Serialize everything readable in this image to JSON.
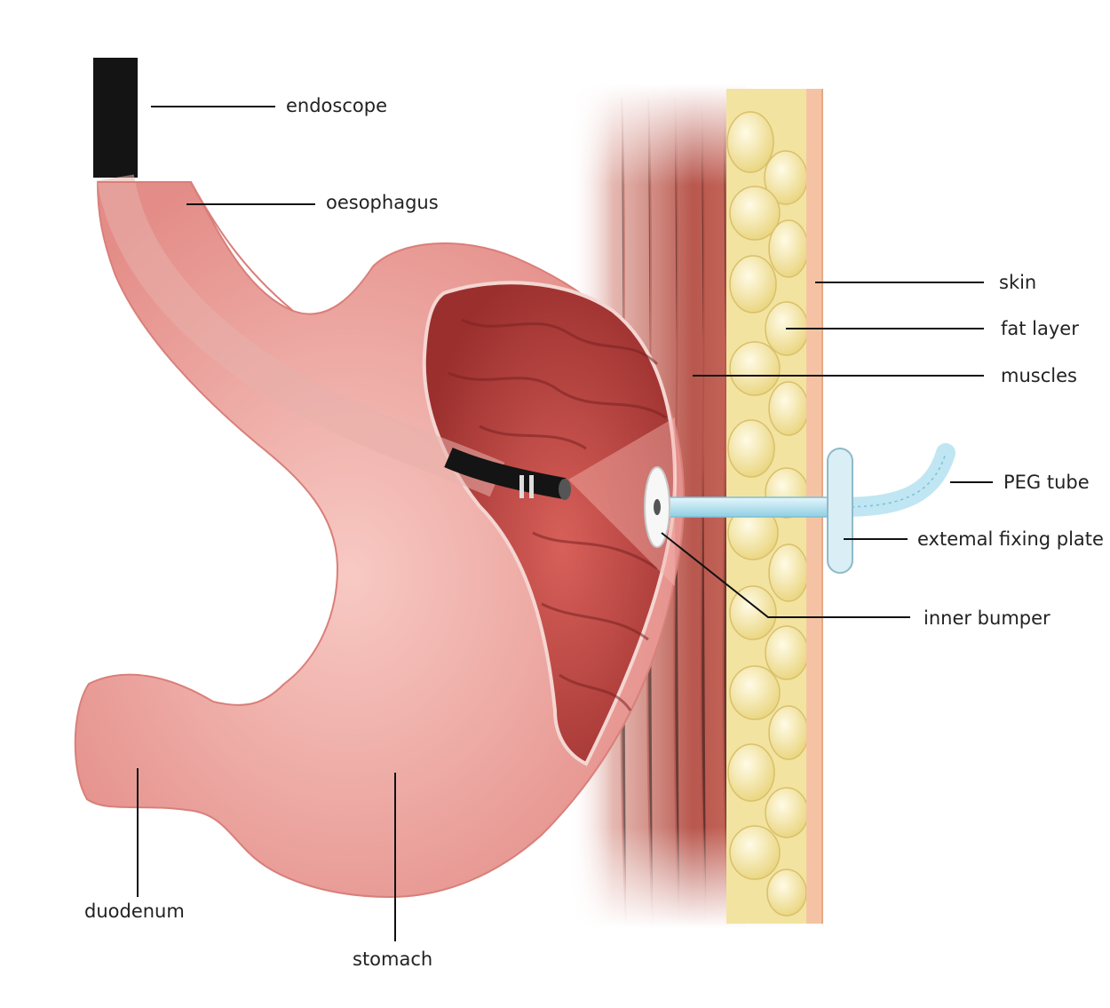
{
  "labels": {
    "endoscope": "endoscope",
    "oesophagus": "oesophagus",
    "skin": "skin",
    "fat_layer": "fat layer",
    "muscles": "muscles",
    "peg_tube": "PEG tube",
    "external_fixing_plate": "extemal fixing plate",
    "inner_bumper": "inner bumper",
    "duodenum": "duodenum",
    "stomach": "stomach"
  },
  "colors": {
    "stomach": "#ec9f9a",
    "stomach_light": "#f6c1bb",
    "stomach_inner": "#b7403e",
    "stomach_inner_dark": "#8f2b2b",
    "muscle": "#c8746a",
    "fat": "#f2e29a",
    "skin": "#f6c6a8",
    "endoscope": "#141414",
    "tube": "#bfe6f2",
    "label": "#222222"
  }
}
